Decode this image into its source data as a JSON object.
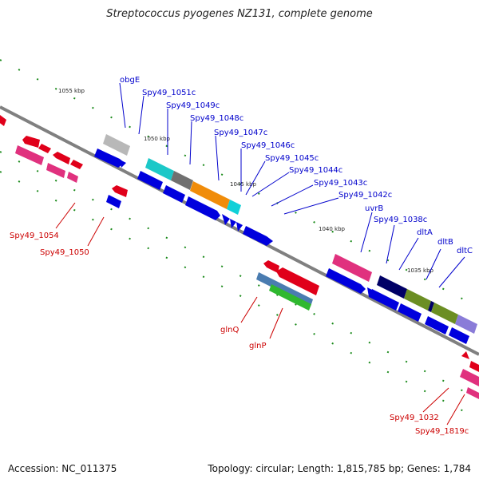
{
  "title": "Streptococcus pyogenes NZ131, complete genome",
  "footer": {
    "accession": "Accession: NC_011375",
    "topology": "Topology: circular; Length: 1,815,785 bp; Genes: 1,784"
  },
  "ticks": [
    "1055 kbp",
    "1050 kbp",
    "1045 kbp",
    "1040 kbp",
    "1035 kbp"
  ],
  "forward_labels": [
    "obgE",
    "Spy49_1051c",
    "Spy49_1049c",
    "Spy49_1048c",
    "Spy49_1047c",
    "Spy49_1046c",
    "Spy49_1045c",
    "Spy49_1044c",
    "Spy49_1043c",
    "Spy49_1042c",
    "uvrB",
    "Spy49_1038c",
    "dltA",
    "dltB",
    "dltC"
  ],
  "reverse_labels": [
    "Spy49_1054",
    "Spy49_1050",
    "glnQ",
    "glnP",
    "Spy49_1032",
    "Spy49_1819c"
  ],
  "colors": {
    "label_forward": "#0000cc",
    "label_reverse": "#cc0000",
    "backbone": "#888888",
    "tick_mark": "#1a8a1a"
  }
}
